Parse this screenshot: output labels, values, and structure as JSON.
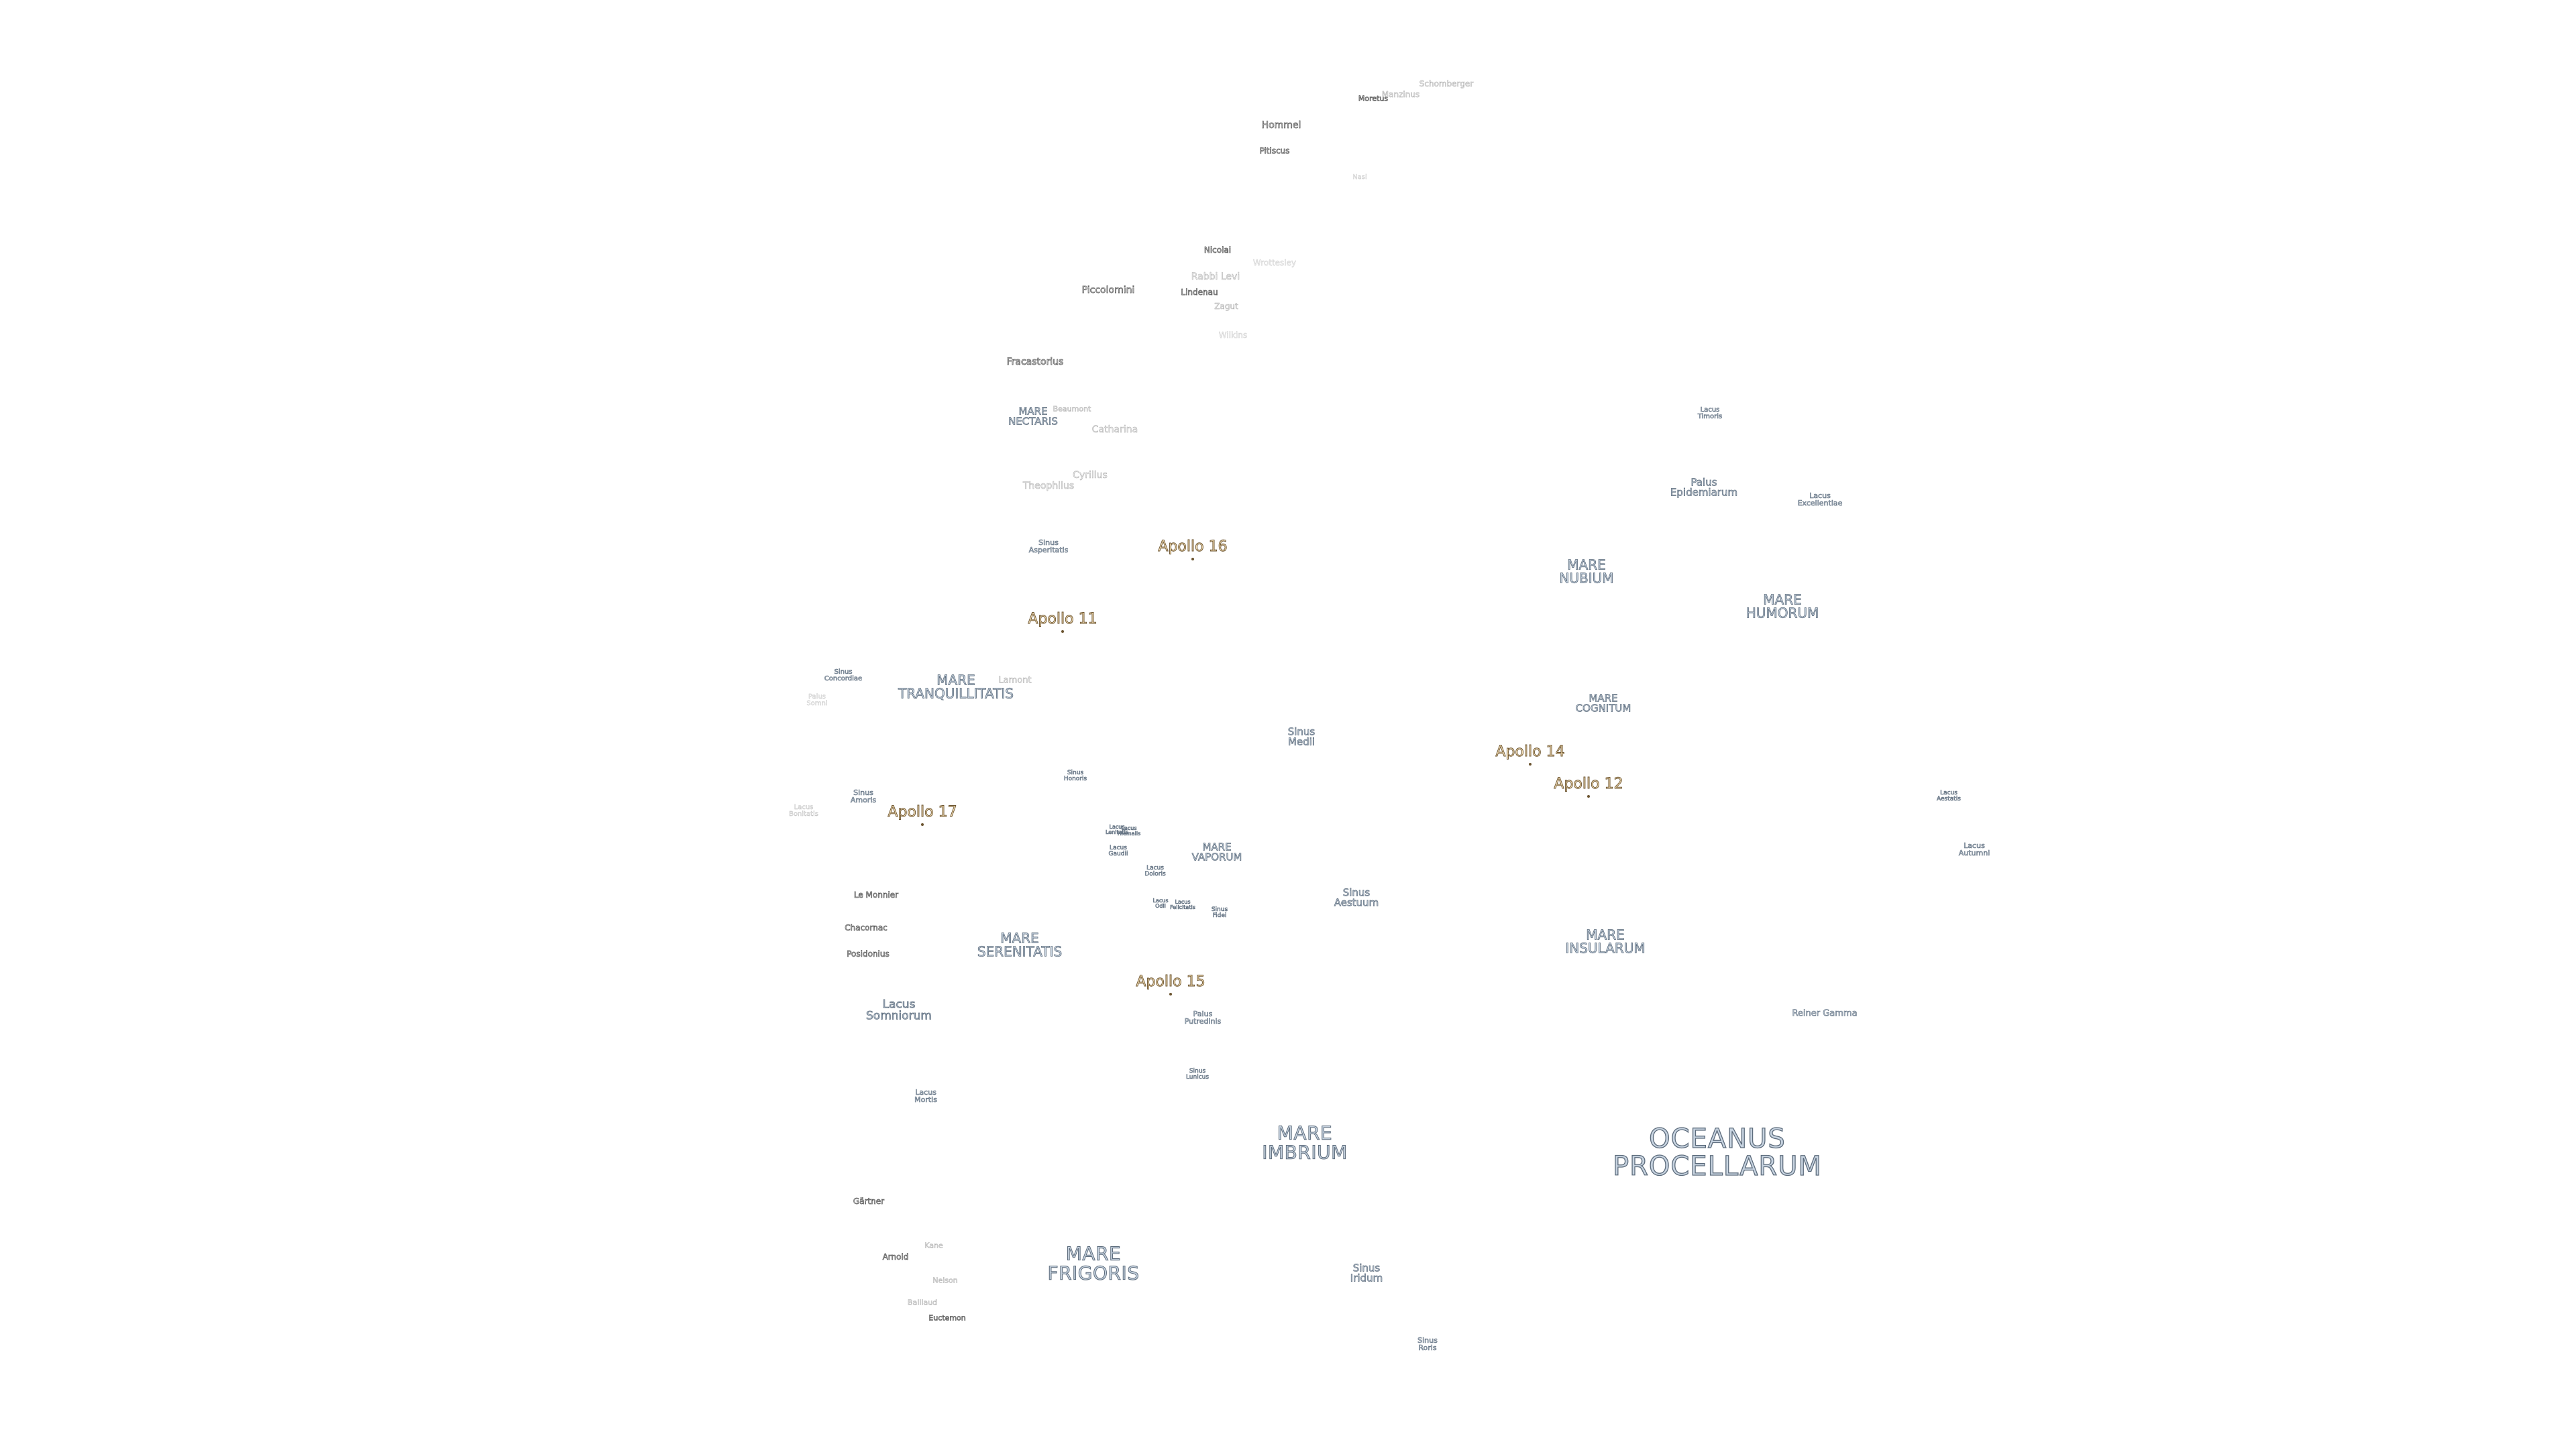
{
  "map": {
    "maria": {
      "oceanus_procellarum": "OCEANUS\nPROCELLARUM",
      "mare_frigoris": "MARE\nFRIGORIS",
      "mare_imbrium": "MARE\nIMBRIUM",
      "mare_serenitatis": "MARE\nSERENITATIS",
      "mare_tranquillitatis": "MARE\nTRANQUILLITATIS",
      "mare_nubium": "MARE\nNUBIUM",
      "mare_insularum": "MARE\nINSULARUM",
      "mare_humorum": "MARE\nHUMORUM",
      "mare_cognitum": "MARE\nCOGNITUM",
      "mare_vaporum": "MARE\nVAPORUM",
      "mare_nectaris": "MARE\nNECTARIS"
    },
    "features": {
      "sinus_aestuum": "Sinus\nAestuum",
      "sinus_medii": "Sinus\nMedii",
      "sinus_iridum": "Sinus\nIridum",
      "sinus_roris": "Sinus\nRoris",
      "sinus_asperitatis": "Sinus\nAsperitatis",
      "sinus_amoris": "Sinus\nAmoris",
      "sinus_concordiae": "Sinus\nConcordiae",
      "sinus_honoris": "Sinus\nHonoris",
      "sinus_lunicus": "Sinus\nLunicus",
      "sinus_fidei": "Sinus\nFidei",
      "lacus_somniorum": "Lacus\nSomniorum",
      "lacus_mortis": "Lacus\nMortis",
      "lacus_timoris": "Lacus\nTimoris",
      "lacus_excellentiae": "Lacus\nExcellentiae",
      "lacus_autumni": "Lacus\nAutumni",
      "lacus_aestatis": "Lacus\nAestatis",
      "lacus_gaudii": "Lacus\nGaudii",
      "lacus_doloris": "Lacus\nDoloris",
      "lacus_lenitatis": "Lacus\nLenitatis",
      "lacus_hiemalis": "Lacus\nHiemalis",
      "lacus_odii": "Lacus\nOdii",
      "lacus_felicitatis": "Lacus\nFelicitatis",
      "lacus_bonitatis": "Lacus\nBonitatis",
      "palus_epidemiarum": "Palus\nEpidemiarum",
      "palus_putredinis": "Palus\nPutredinis",
      "palus_somni": "Palus\nSomni",
      "reiner_gamma": "Reiner Gamma"
    },
    "craters": {
      "schomberger": "Schomberger",
      "moretus": "Moretus",
      "manzinus": "Manzinus",
      "hommel": "Hommel",
      "pitiscus": "Pitiscus",
      "nasireddin": "Nasi",
      "nicolai": "Nicolai",
      "wrottesley": "Wrottesley",
      "rabbi_levi": "Rabbi Levi",
      "lindenau": "Lindenau",
      "zagut": "Zagut",
      "piccolomini": "Piccolomini",
      "wilkins": "Wilkins",
      "fracastorius": "Fracastorius",
      "beaumont": "Beaumont",
      "catharina": "Catharina",
      "cyrillus": "Cyrillus",
      "theophilus": "Theophilus",
      "lamont": "Lamont",
      "le_monnier": "Le Monnier",
      "chacornac": "Chacornac",
      "posidonius": "Posidonius",
      "gartner": "Gärtner",
      "arnold": "Arnold",
      "kane": "Kane",
      "neison": "Neison",
      "baillaud": "Baillaud",
      "euctemon": "Euctemon"
    },
    "apollo_sites": {
      "apollo_11": "Apollo 11",
      "apollo_12": "Apollo 12",
      "apollo_14": "Apollo 14",
      "apollo_15": "Apollo 15",
      "apollo_16": "Apollo 16",
      "apollo_17": "Apollo 17"
    },
    "colors": {
      "mare_fill": "#c7d3e0",
      "mare_outline": "#5d6c7c",
      "apollo_fill": "#f3ddb4",
      "apollo_outline": "#6b5430",
      "crater_outline": "#555555",
      "background": "#ffffff"
    }
  }
}
